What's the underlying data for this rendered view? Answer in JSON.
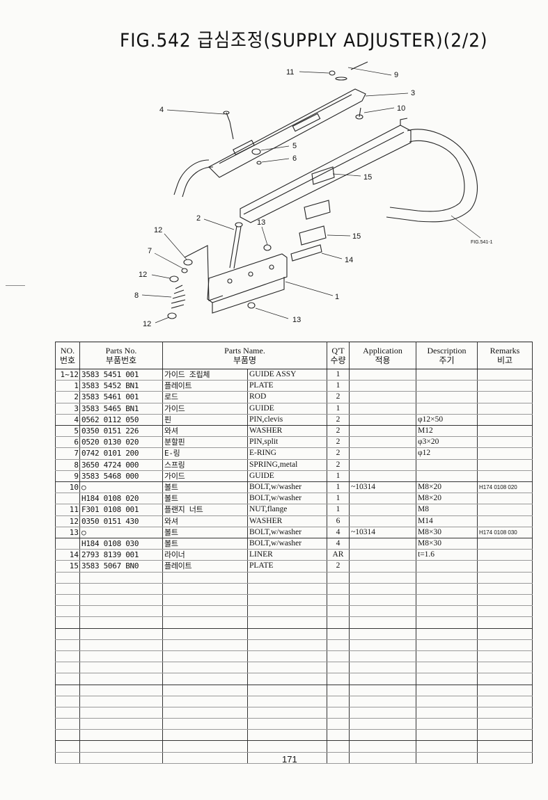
{
  "page": {
    "title": "FIG.542 급심조정(SUPPLY ADJUSTER)(2/2)",
    "page_number": "171"
  },
  "diagram": {
    "callouts": [
      "11",
      "9",
      "3",
      "10",
      "4",
      "5",
      "6",
      "15",
      "2",
      "13",
      "15",
      "12",
      "7",
      "14",
      "12",
      "1",
      "8",
      "12",
      "13"
    ],
    "figure_reference": "FIG.541-1"
  },
  "table": {
    "headers": {
      "no_en": "NO.",
      "no_kr": "번호",
      "part_no_en": "Parts No.",
      "part_no_kr": "부품번호",
      "part_name_en": "Parts Name.",
      "part_name_kr": "부품명",
      "qty_en": "Q'T",
      "qty_kr": "수량",
      "application_en": "Application",
      "application_kr": "적용",
      "description_en": "Description",
      "description_kr": "주기",
      "remarks_en": "Remarks",
      "remarks_kr": "비고"
    },
    "rows": [
      {
        "no": "1~12",
        "part_no": "3583 5451 001",
        "name_kr": "가이드 조립체",
        "name_en": "GUIDE ASSY",
        "qty": "1",
        "application": "",
        "description": "",
        "remarks": ""
      },
      {
        "no": "1",
        "part_no": "3583 5452 BN1",
        "name_kr": "플레이트",
        "name_en": "PLATE",
        "qty": "1",
        "application": "",
        "description": "",
        "remarks": ""
      },
      {
        "no": "2",
        "part_no": "3583 5461 001",
        "name_kr": "로드",
        "name_en": "ROD",
        "qty": "2",
        "application": "",
        "description": "",
        "remarks": ""
      },
      {
        "no": "3",
        "part_no": "3583 5465 BN1",
        "name_kr": "가이드",
        "name_en": "GUIDE",
        "qty": "1",
        "application": "",
        "description": "",
        "remarks": ""
      },
      {
        "no": "4",
        "part_no": "0562 0112 050",
        "name_kr": "핀",
        "name_en": "PIN,clevis",
        "qty": "2",
        "application": "",
        "description": "φ12×50",
        "remarks": ""
      },
      {
        "no": "5",
        "part_no": "0350 0151 226",
        "name_kr": "와셔",
        "name_en": "WASHER",
        "qty": "2",
        "application": "",
        "description": "M12",
        "remarks": ""
      },
      {
        "no": "6",
        "part_no": "0520 0130 020",
        "name_kr": "분할핀",
        "name_en": "PIN,split",
        "qty": "2",
        "application": "",
        "description": "φ3×20",
        "remarks": ""
      },
      {
        "no": "7",
        "part_no": "0742 0101 200",
        "name_kr": "E-링",
        "name_en": "E-RING",
        "qty": "2",
        "application": "",
        "description": "φ12",
        "remarks": ""
      },
      {
        "no": "8",
        "part_no": "3650 4724 000",
        "name_kr": "스프링",
        "name_en": "SPRING,metal",
        "qty": "2",
        "application": "",
        "description": "",
        "remarks": ""
      },
      {
        "no": "9",
        "part_no": "3583 5468 000",
        "name_kr": "가이드",
        "name_en": "GUIDE",
        "qty": "1",
        "application": "",
        "description": "",
        "remarks": ""
      },
      {
        "no": "10",
        "part_no": "○",
        "name_kr": "볼트",
        "name_en": "BOLT,w/washer",
        "qty": "1",
        "application": "~10314",
        "description": "M8×20",
        "remarks": "H174 0108 020"
      },
      {
        "no": "",
        "part_no": "H184 0108 020",
        "name_kr": "볼트",
        "name_en": "BOLT,w/washer",
        "qty": "1",
        "application": "",
        "description": "M8×20",
        "remarks": ""
      },
      {
        "no": "11",
        "part_no": "F301 0108 001",
        "name_kr": "플랜지 너트",
        "name_en": "NUT,flange",
        "qty": "1",
        "application": "",
        "description": "M8",
        "remarks": ""
      },
      {
        "no": "12",
        "part_no": "0350 0151 430",
        "name_kr": "와셔",
        "name_en": "WASHER",
        "qty": "6",
        "application": "",
        "description": "M14",
        "remarks": ""
      },
      {
        "no": "13",
        "part_no": "○",
        "name_kr": "볼트",
        "name_en": "BOLT,w/washer",
        "qty": "4",
        "application": "~10314",
        "description": "M8×30",
        "remarks": "H174 0108 030"
      },
      {
        "no": "",
        "part_no": "H184 0108 030",
        "name_kr": "볼트",
        "name_en": "BOLT,w/washer",
        "qty": "4",
        "application": "",
        "description": "M8×30",
        "remarks": ""
      },
      {
        "no": "14",
        "part_no": "2793 8139 001",
        "name_kr": "라이너",
        "name_en": "LINER",
        "qty": "AR",
        "application": "",
        "description": "t=1.6",
        "remarks": ""
      },
      {
        "no": "15",
        "part_no": "3583 5067 BN0",
        "name_kr": "플레이트",
        "name_en": "PLATE",
        "qty": "2",
        "application": "",
        "description": "",
        "remarks": ""
      }
    ],
    "blank_rows": 17
  }
}
